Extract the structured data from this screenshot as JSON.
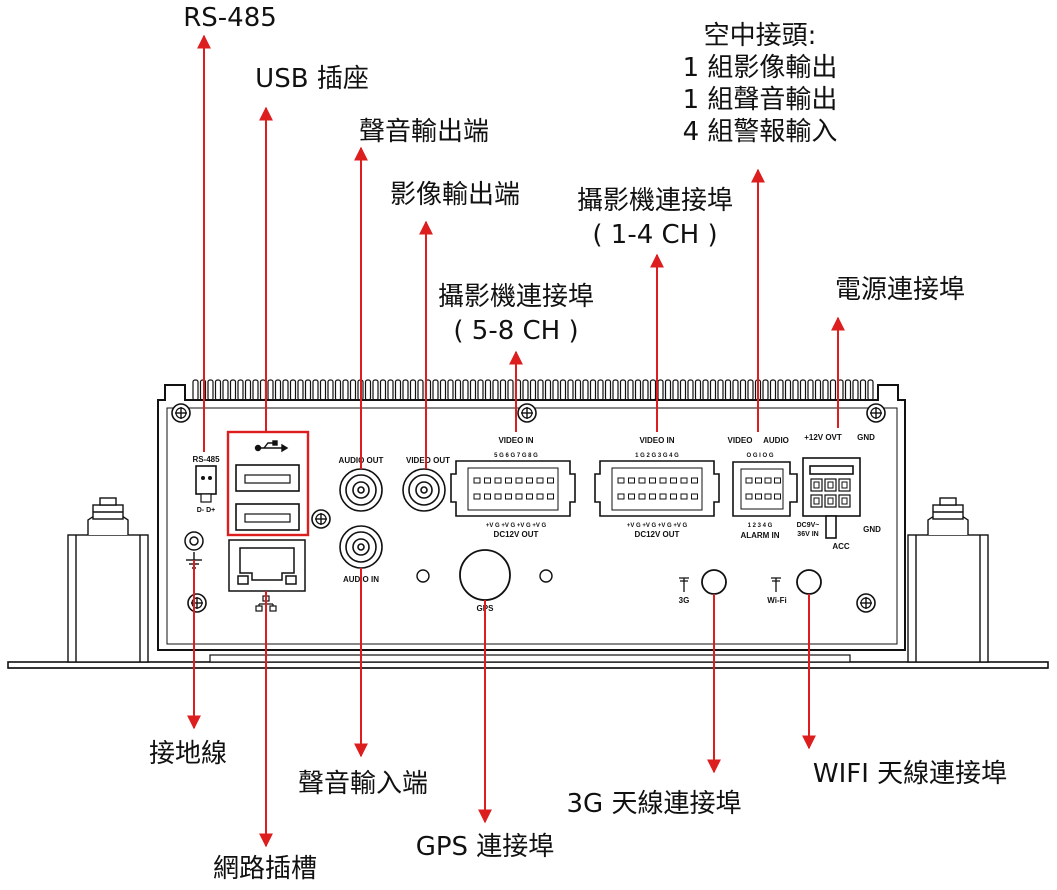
{
  "callouts": {
    "rs485": "RS-485",
    "usb": "USB 插座",
    "audio_out": "聲音輸出端",
    "video_out": "影像輸出端",
    "cam_5_8": {
      "line1": "攝影機連接埠",
      "line2": "( 5-8 CH )"
    },
    "cam_1_4": {
      "line1": "攝影機連接埠",
      "line2": "( 1-4 CH )"
    },
    "aviation": {
      "line1": "空中接頭:",
      "line2": "1 組影像輸出",
      "line3": "1 組聲音輸出",
      "line4": "4 組警報輸入"
    },
    "power": "電源連接埠",
    "ground": "接地線",
    "audio_in": "聲音輸入端",
    "network": "網路插槽",
    "gps": "GPS 連接埠",
    "ant_3g": "3G 天線連接埠",
    "ant_wifi": "WIFI 天線連接埠"
  },
  "panel_labels": {
    "rs485": "RS-485",
    "d_pins": "D-  D+",
    "audio_out": "AUDIO OUT",
    "audio_in": "AUDIO IN",
    "video_out": "VIDEO OUT",
    "video_in_a": "VIDEO IN",
    "video_in_b": "VIDEO IN",
    "video_pins_a": "5 G 6 G 7 G 8 G",
    "video_pins_b": "1 G 2 G 3 G 4 G",
    "dc_pins_a": "+V G +V G +V G +V G",
    "dc_pins_b": "+V G +V G +V G +V G",
    "dc_out_a": "DC12V OUT",
    "dc_out_b": "DC12V OUT",
    "gps": "GPS",
    "av_video": "VIDEO",
    "av_audio": "AUDIO",
    "av_pins": "O G  I O G",
    "alarm_pins": "1  2  3  4  G",
    "alarm_in": "ALARM IN",
    "pw_top": "+12V OVT",
    "gnd_top": "GND",
    "dc_range_1": "DC9V~",
    "dc_range_2": "36V IN",
    "gnd_side": "GND",
    "acc": "ACC",
    "label_3g": "3G",
    "label_wifi": "Wi-Fi"
  },
  "colors": {
    "arrow": "#dd1e1e",
    "outline": "#111111",
    "highlight": "#dd1e1e"
  },
  "icons": [
    "screw-icon",
    "usb-icon",
    "network-icon",
    "ground-icon",
    "antenna-icon"
  ]
}
